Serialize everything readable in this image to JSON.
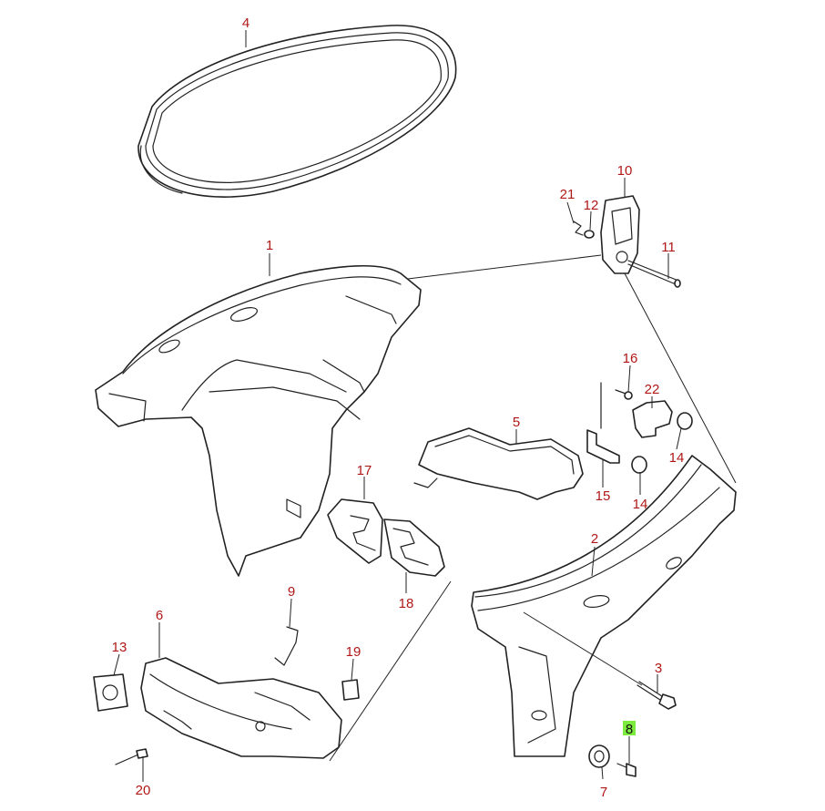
{
  "colors": {
    "callout": "#b01818",
    "line": "#222222",
    "highlight": "#7dea3e"
  },
  "highlighted_part": "8",
  "callouts": [
    "1",
    "2",
    "3",
    "4",
    "5",
    "6",
    "7",
    "8",
    "9",
    "10",
    "11",
    "12",
    "13",
    "14",
    "14",
    "15",
    "16",
    "17",
    "18",
    "19",
    "20",
    "21",
    "22"
  ]
}
